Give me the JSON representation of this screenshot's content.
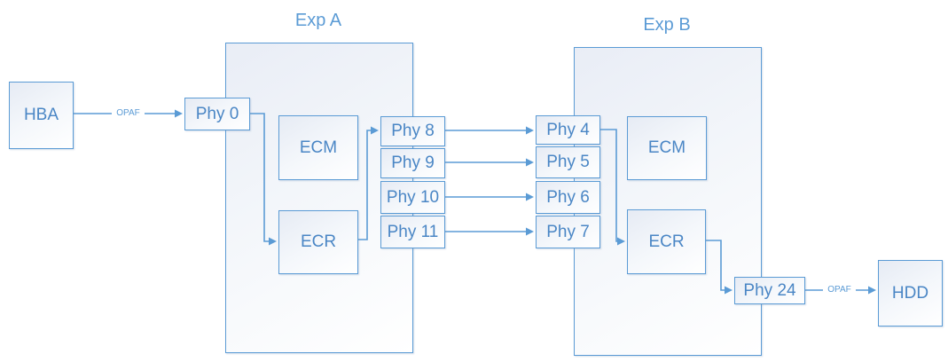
{
  "colors": {
    "accent_line": "#5b9bd5",
    "node_text": "#4a86c5",
    "node_fill_top": "#e6ebf4",
    "node_fill_bottom": "#ffffff"
  },
  "expander_a": {
    "title": "Exp A",
    "ecm_label": "ECM",
    "ecr_label": "ECR"
  },
  "expander_b": {
    "title": "Exp B",
    "ecm_label": "ECM",
    "ecr_label": "ECR"
  },
  "nodes": {
    "hba": "HBA",
    "phy0": "Phy 0",
    "phy24": "Phy 24",
    "hdd": "HDD"
  },
  "exp_a_phys": [
    "Phy 8",
    "Phy 9",
    "Phy 10",
    "Phy 11"
  ],
  "exp_b_phys": [
    "Phy 4",
    "Phy 5",
    "Phy 6",
    "Phy 7"
  ],
  "link_labels": {
    "hba_to_phy0": "OPAF",
    "phy24_to_hdd": "OPAF"
  }
}
